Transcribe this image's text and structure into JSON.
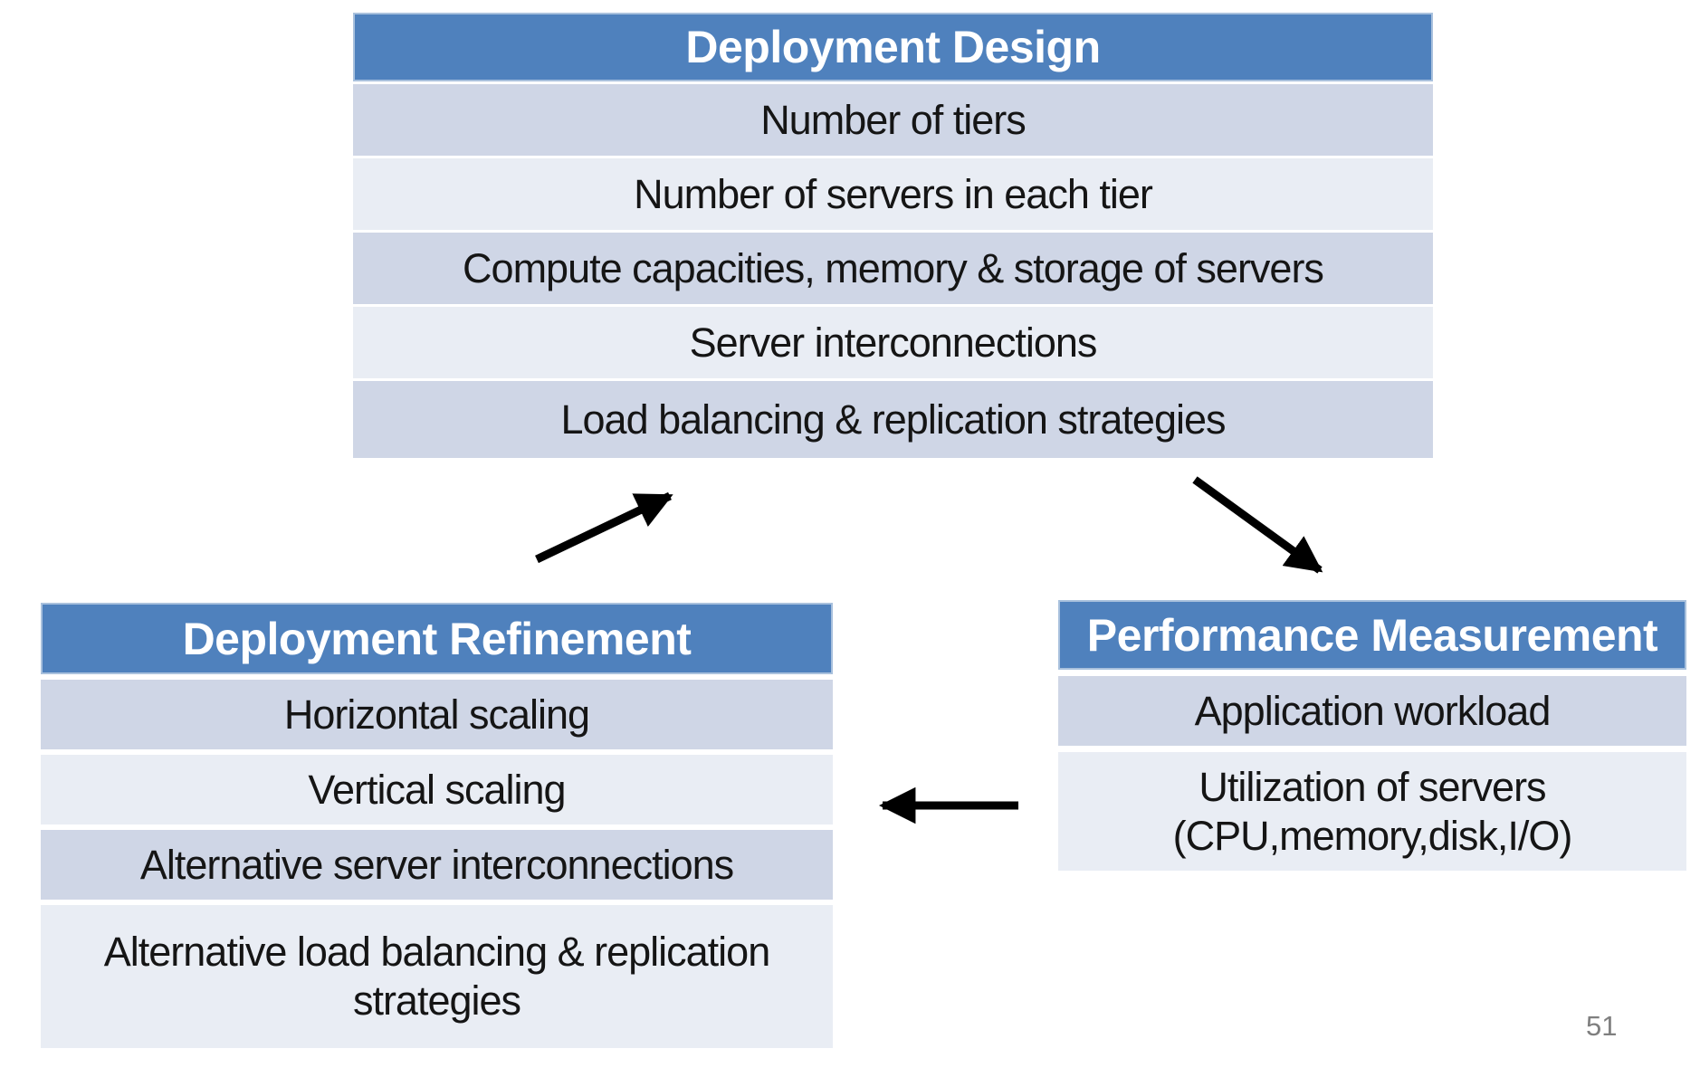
{
  "page": {
    "number": "51"
  },
  "colors": {
    "header_bg": "#4f81bd",
    "header_text": "#ffffff",
    "row_dark": "#cfd6e6",
    "row_light": "#e9edf4",
    "body_text": "#151515",
    "arrow": "#000000",
    "page_number": "#7f7f7f"
  },
  "tables": {
    "design": {
      "title": "Deployment Design",
      "rows": [
        "Number of tiers",
        "Number of servers in each tier",
        "Compute capacities, memory & storage of servers",
        "Server interconnections",
        "Load balancing & replication strategies"
      ]
    },
    "refinement": {
      "title": "Deployment Refinement",
      "rows": [
        "Horizontal scaling",
        "Vertical scaling",
        "Alternative server interconnections",
        "Alternative load balancing & replication strategies"
      ]
    },
    "measurement": {
      "title": "Performance Measurement",
      "rows": [
        "Application workload",
        "Utilization of servers (CPU,memory,disk,I/O)"
      ]
    }
  },
  "arrows": [
    {
      "name": "refinement-to-design-arrow"
    },
    {
      "name": "design-to-measurement-arrow"
    },
    {
      "name": "measurement-to-refinement-arrow"
    }
  ]
}
